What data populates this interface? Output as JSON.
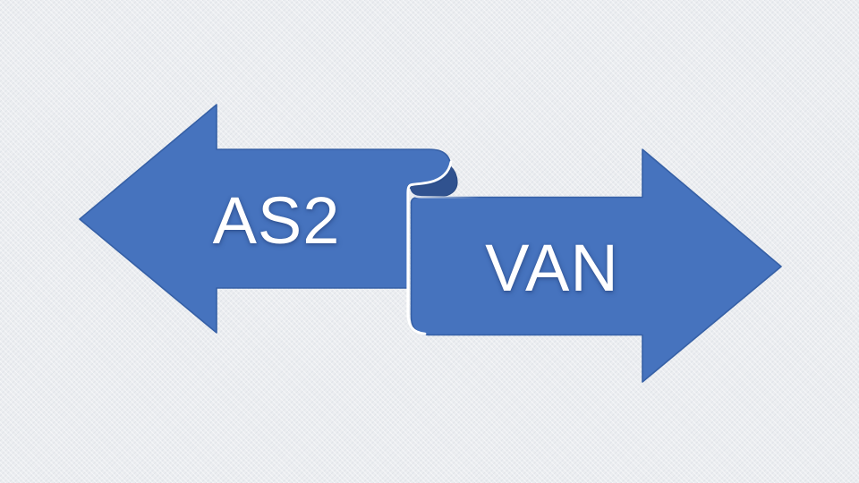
{
  "diagram": {
    "type": "double-ribbon-arrow",
    "background_color": "#EBEDF0",
    "arrows": [
      {
        "id": "left",
        "label": "AS2",
        "direction": "left"
      },
      {
        "id": "right",
        "label": "VAN",
        "direction": "right"
      }
    ],
    "colors": {
      "ribbon_fill": "#4673BE",
      "ribbon_outline": "#3660A6",
      "fold_inner_fill": "#30528F",
      "fold_inner_outline": "#2B4A82",
      "fold_highlight": "#FFFFFF",
      "label_text": "#FFFFFF"
    }
  }
}
